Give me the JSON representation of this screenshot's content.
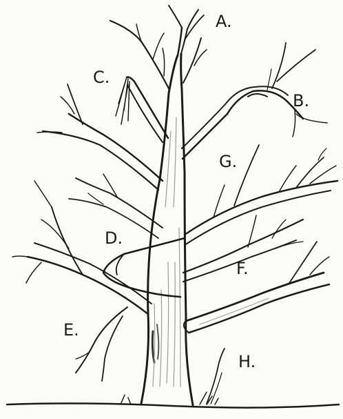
{
  "diagram": {
    "colors": {
      "ink": "#1a1a1a",
      "shade": "#9a9a9a",
      "light_shade": "#d6d6d6",
      "background": "#fbfbf9"
    },
    "labels": {
      "a": "A.",
      "b": "B.",
      "c": "C.",
      "d": "D.",
      "e": "E.",
      "f": "F.",
      "g": "G.",
      "h": "H."
    }
  }
}
